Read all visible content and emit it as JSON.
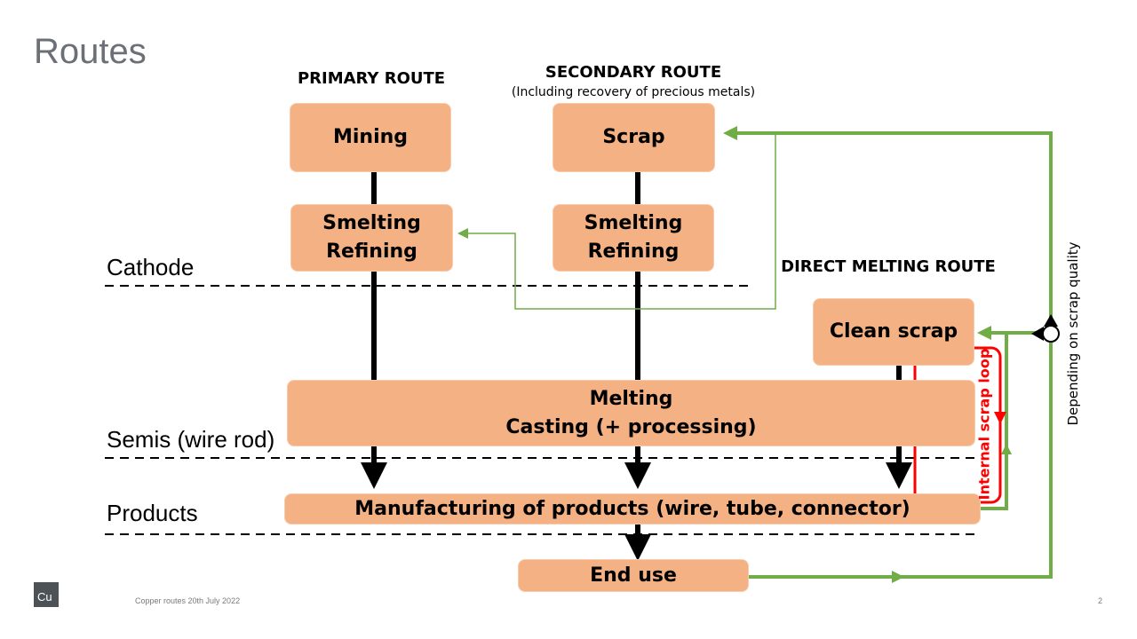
{
  "slide": {
    "title": "Routes",
    "footer_text": "Copper routes 20th July 2022",
    "page_number": "2",
    "logo_text": "Cu"
  },
  "routes": {
    "primary": "PRIMARY ROUTE",
    "secondary": "SECONDARY ROUTE",
    "secondary_note": "(Including recovery of precious metals)",
    "direct": "DIRECT MELTING ROUTE"
  },
  "stages": {
    "cathode": "Cathode",
    "semis": "Semis (wire rod)",
    "products": "Products"
  },
  "boxes": {
    "mining": "Mining",
    "scrap": "Scrap",
    "smelting_primary": [
      "Smelting",
      "Refining"
    ],
    "smelting_secondary": [
      "Smelting",
      "Refining"
    ],
    "clean_scrap": "Clean scrap",
    "melting": [
      "Melting",
      "Casting (+ processing)"
    ],
    "manufacturing": "Manufacturing of products (wire, tube, connector)",
    "end_use": "End use"
  },
  "annotations": {
    "internal_loop": "Internal scrap loop",
    "scrap_quality": "Depending on scrap quality"
  },
  "colors": {
    "box_fill": "#f4b183",
    "green": "#70ad47",
    "red": "#ff0000",
    "black": "#000000"
  }
}
